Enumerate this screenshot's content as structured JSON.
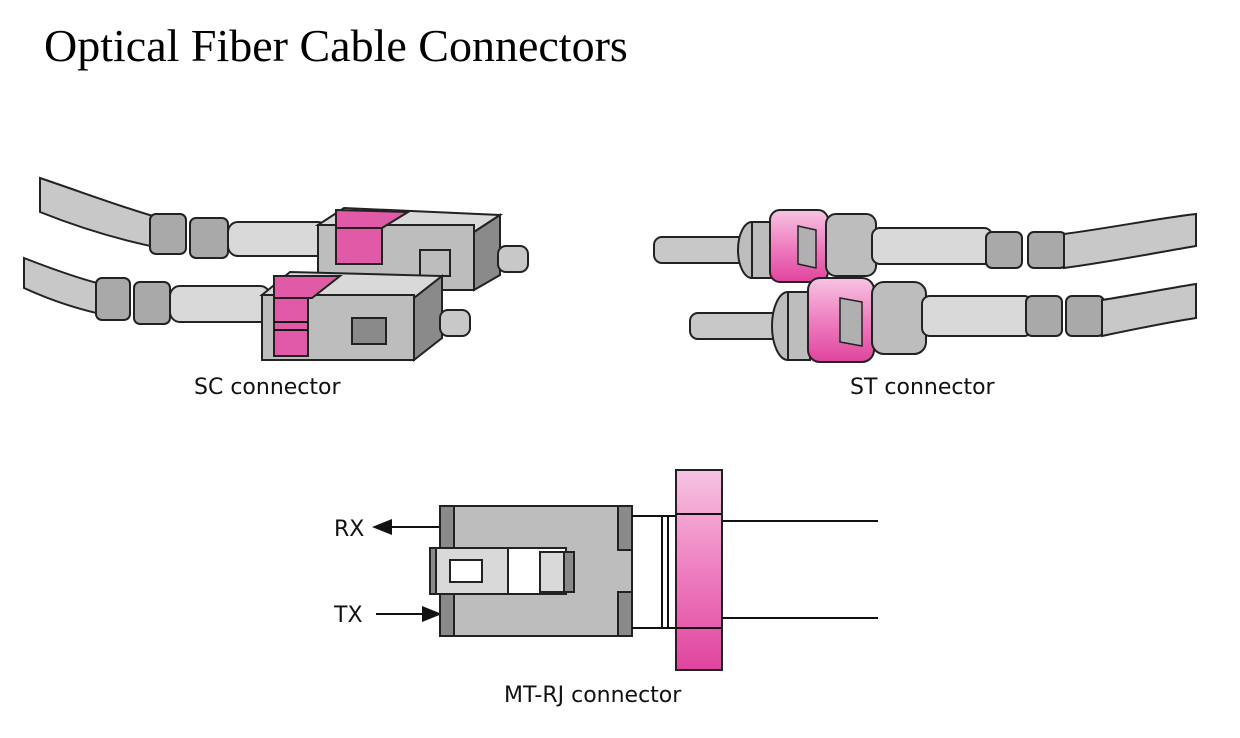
{
  "title": "Optical Fiber Cable Connectors",
  "labels": {
    "sc": "SC connector",
    "st": "ST connector",
    "mtrj": "MT-RJ connector",
    "rx": "RX",
    "tx": "TX"
  },
  "colors": {
    "accent": "#e05aa8",
    "accent_light": "#f2a6d2",
    "grey": "#bdbdbd"
  }
}
